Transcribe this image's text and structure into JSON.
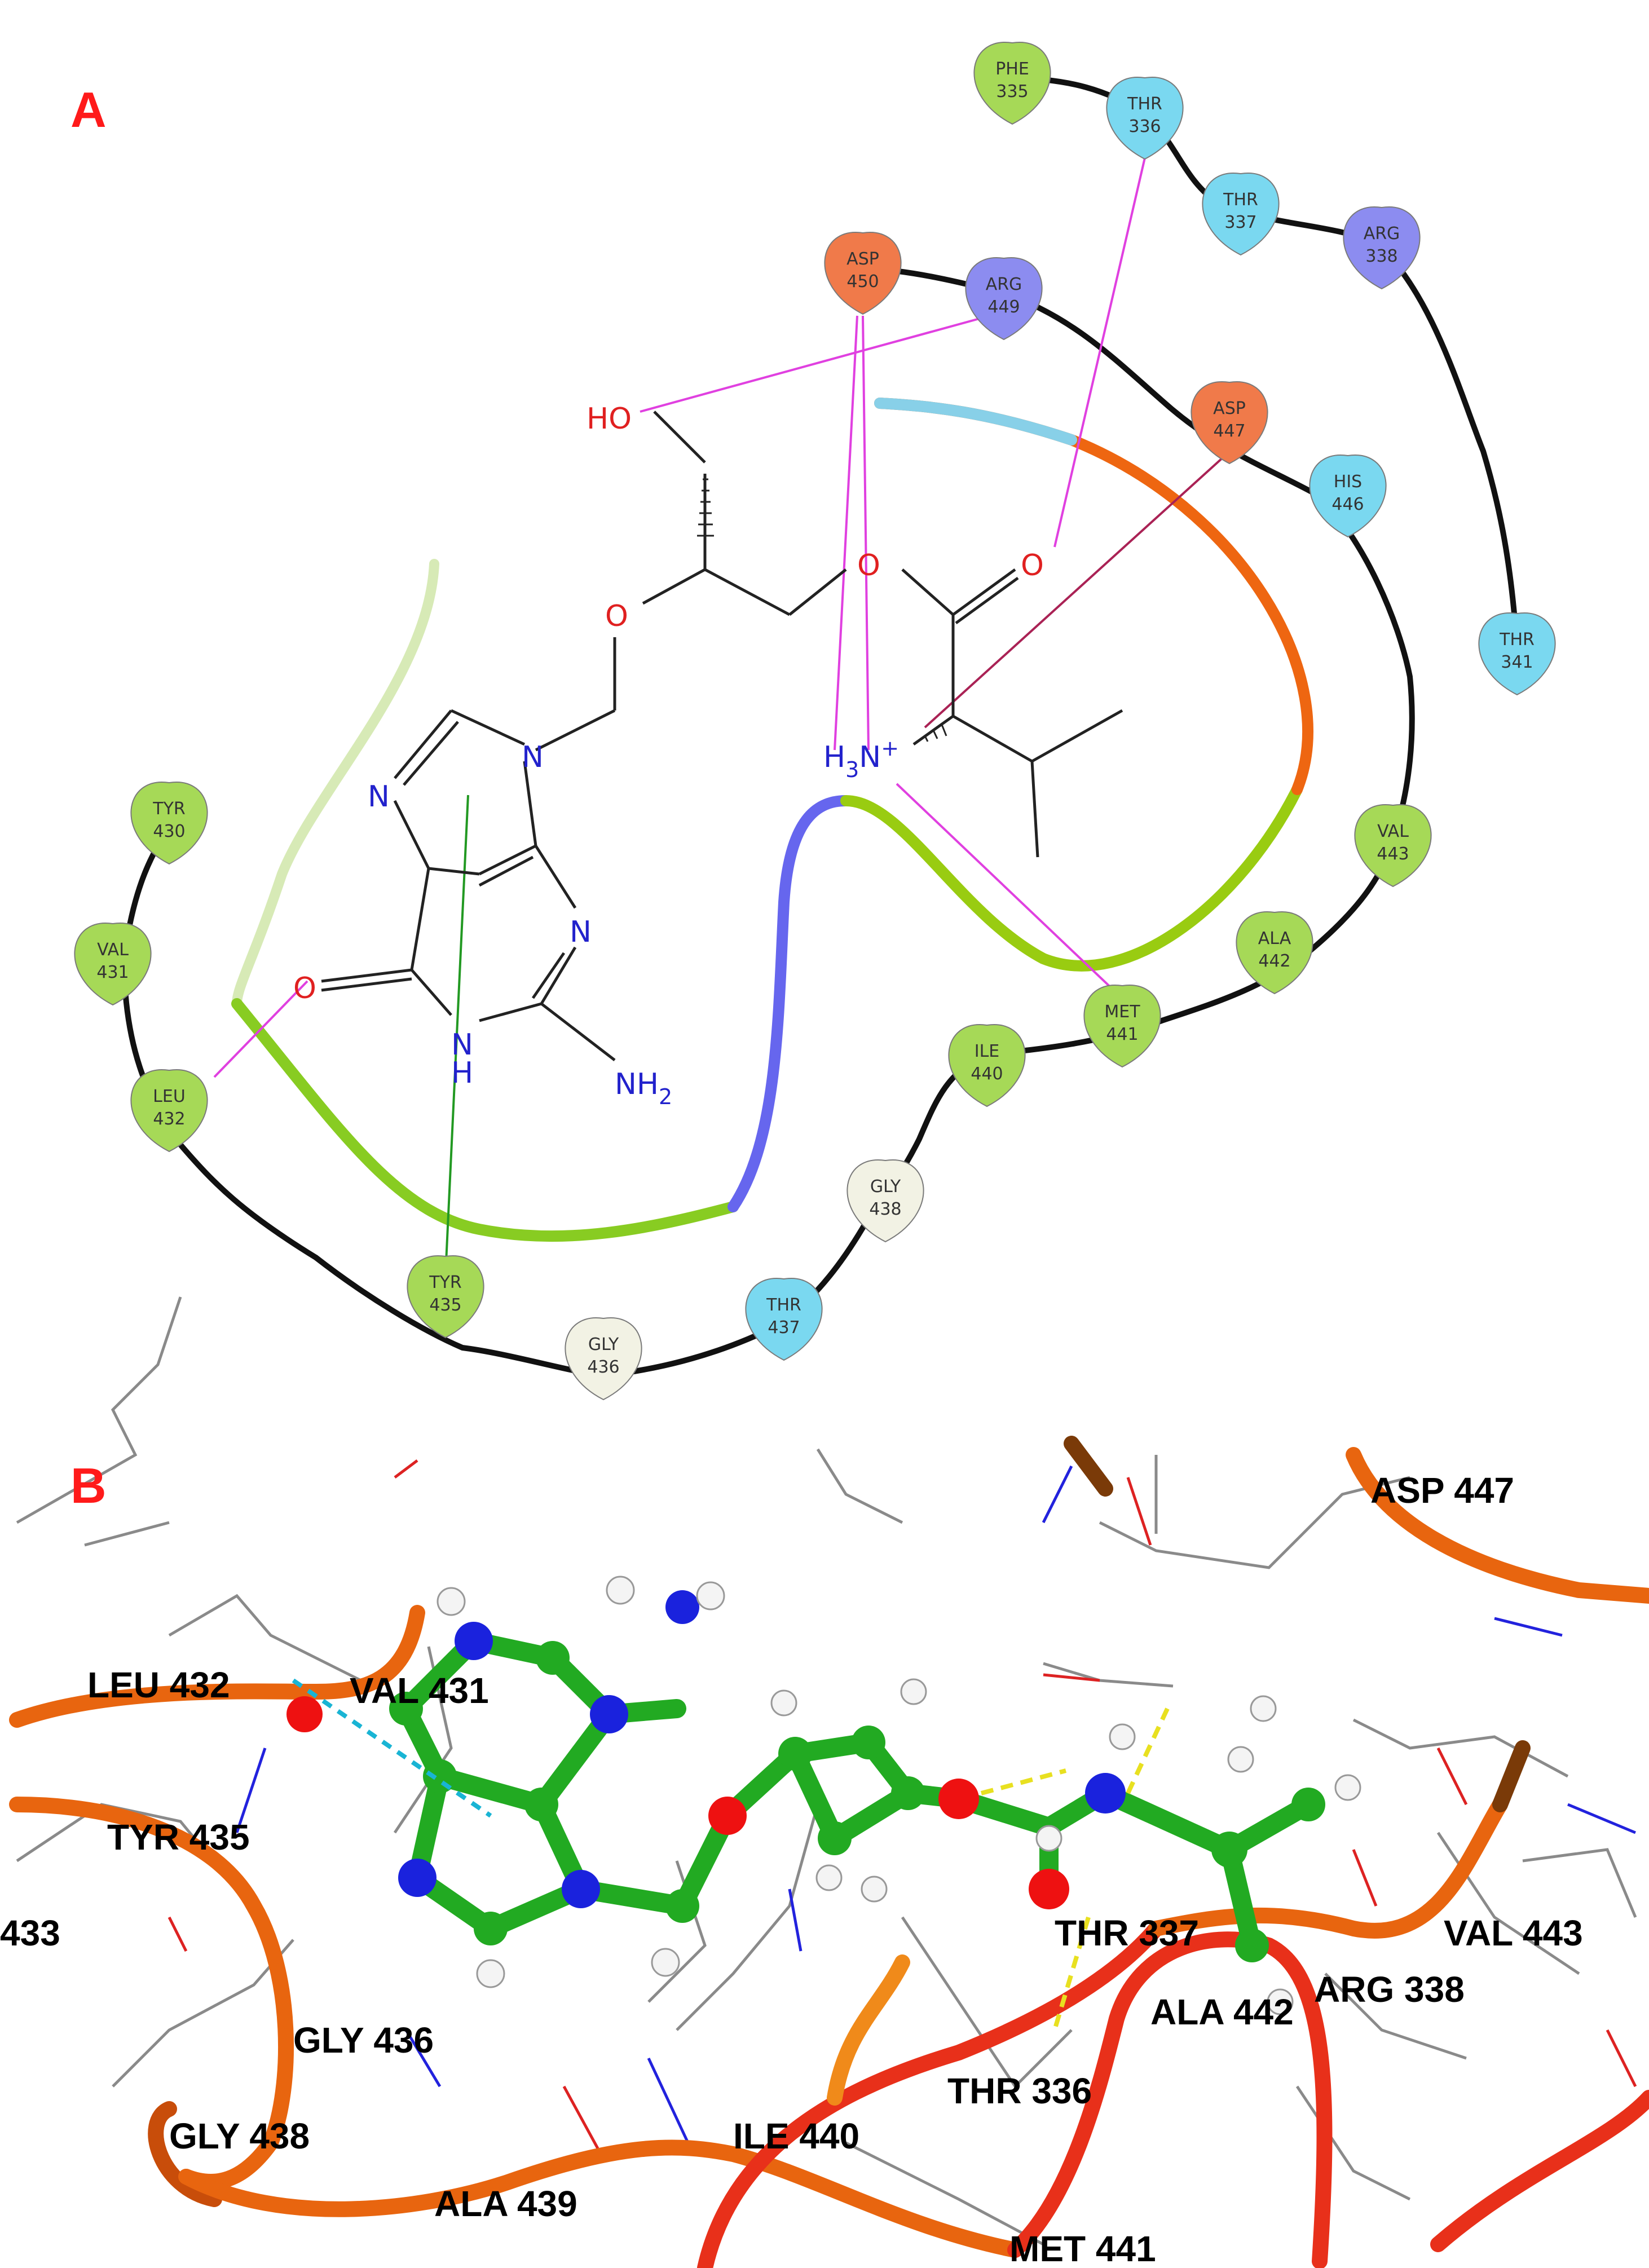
{
  "panels": {
    "a_label": "A",
    "b_label": "B"
  },
  "colors": {
    "hydrophobic": "#a6d957",
    "polar": "#7ad8f0",
    "positive": "#8c8cf0",
    "negative": "#f07a4a",
    "glycine": "#f2f2e4",
    "hbond": "#e040e0",
    "pi_stack": "#229922",
    "ribbon": "#e8650f",
    "ribbon_red": "#e8301a",
    "carbon_ligand": "#22aa22",
    "nitrogen": "#1a22dd",
    "oxygen": "#ee1111",
    "hydrogen": "#f4f4f4"
  },
  "residues": [
    {
      "name": "PHE",
      "num": "335",
      "kind": "hydrophobic"
    },
    {
      "name": "THR",
      "num": "336",
      "kind": "polar"
    },
    {
      "name": "THR",
      "num": "337",
      "kind": "polar"
    },
    {
      "name": "ARG",
      "num": "338",
      "kind": "positive"
    },
    {
      "name": "THR",
      "num": "341",
      "kind": "polar"
    },
    {
      "name": "ASP",
      "num": "450",
      "kind": "negative"
    },
    {
      "name": "ARG",
      "num": "449",
      "kind": "positive"
    },
    {
      "name": "ASP",
      "num": "447",
      "kind": "negative"
    },
    {
      "name": "HIS",
      "num": "446",
      "kind": "polar"
    },
    {
      "name": "VAL",
      "num": "443",
      "kind": "hydrophobic"
    },
    {
      "name": "ALA",
      "num": "442",
      "kind": "hydrophobic"
    },
    {
      "name": "MET",
      "num": "441",
      "kind": "hydrophobic"
    },
    {
      "name": "ILE",
      "num": "440",
      "kind": "hydrophobic"
    },
    {
      "name": "GLY",
      "num": "438",
      "kind": "glycine"
    },
    {
      "name": "THR",
      "num": "437",
      "kind": "polar"
    },
    {
      "name": "GLY",
      "num": "436",
      "kind": "glycine"
    },
    {
      "name": "TYR",
      "num": "435",
      "kind": "hydrophobic"
    },
    {
      "name": "LEU",
      "num": "432",
      "kind": "hydrophobic"
    },
    {
      "name": "VAL",
      "num": "431",
      "kind": "hydrophobic"
    },
    {
      "name": "TYR",
      "num": "430",
      "kind": "hydrophobic"
    }
  ],
  "atom_labels": {
    "ho": "HO",
    "o_ether1": "O",
    "o_ester": "O",
    "o_carbonyl": "O",
    "n_top": "N",
    "n_imid": "N",
    "n_right": "N",
    "o_keto": "O",
    "nh_n": "N",
    "nh_h": "H",
    "nh2": "NH",
    "nh2_sub": "2",
    "h3n": "H",
    "h3n_sub": "3",
    "h3n_n": "N",
    "h3n_plus": "+"
  },
  "panel_b_labels": [
    "ASP 447",
    "LEU 432",
    "VAL 431",
    "TYR 435",
    "433",
    "GLY 436",
    "GLY 438",
    "ALA 439",
    "ILE 440",
    "THR 336",
    "MET 441",
    "THR 337",
    "VAL 443",
    "ARG 338",
    "ALA 442"
  ]
}
